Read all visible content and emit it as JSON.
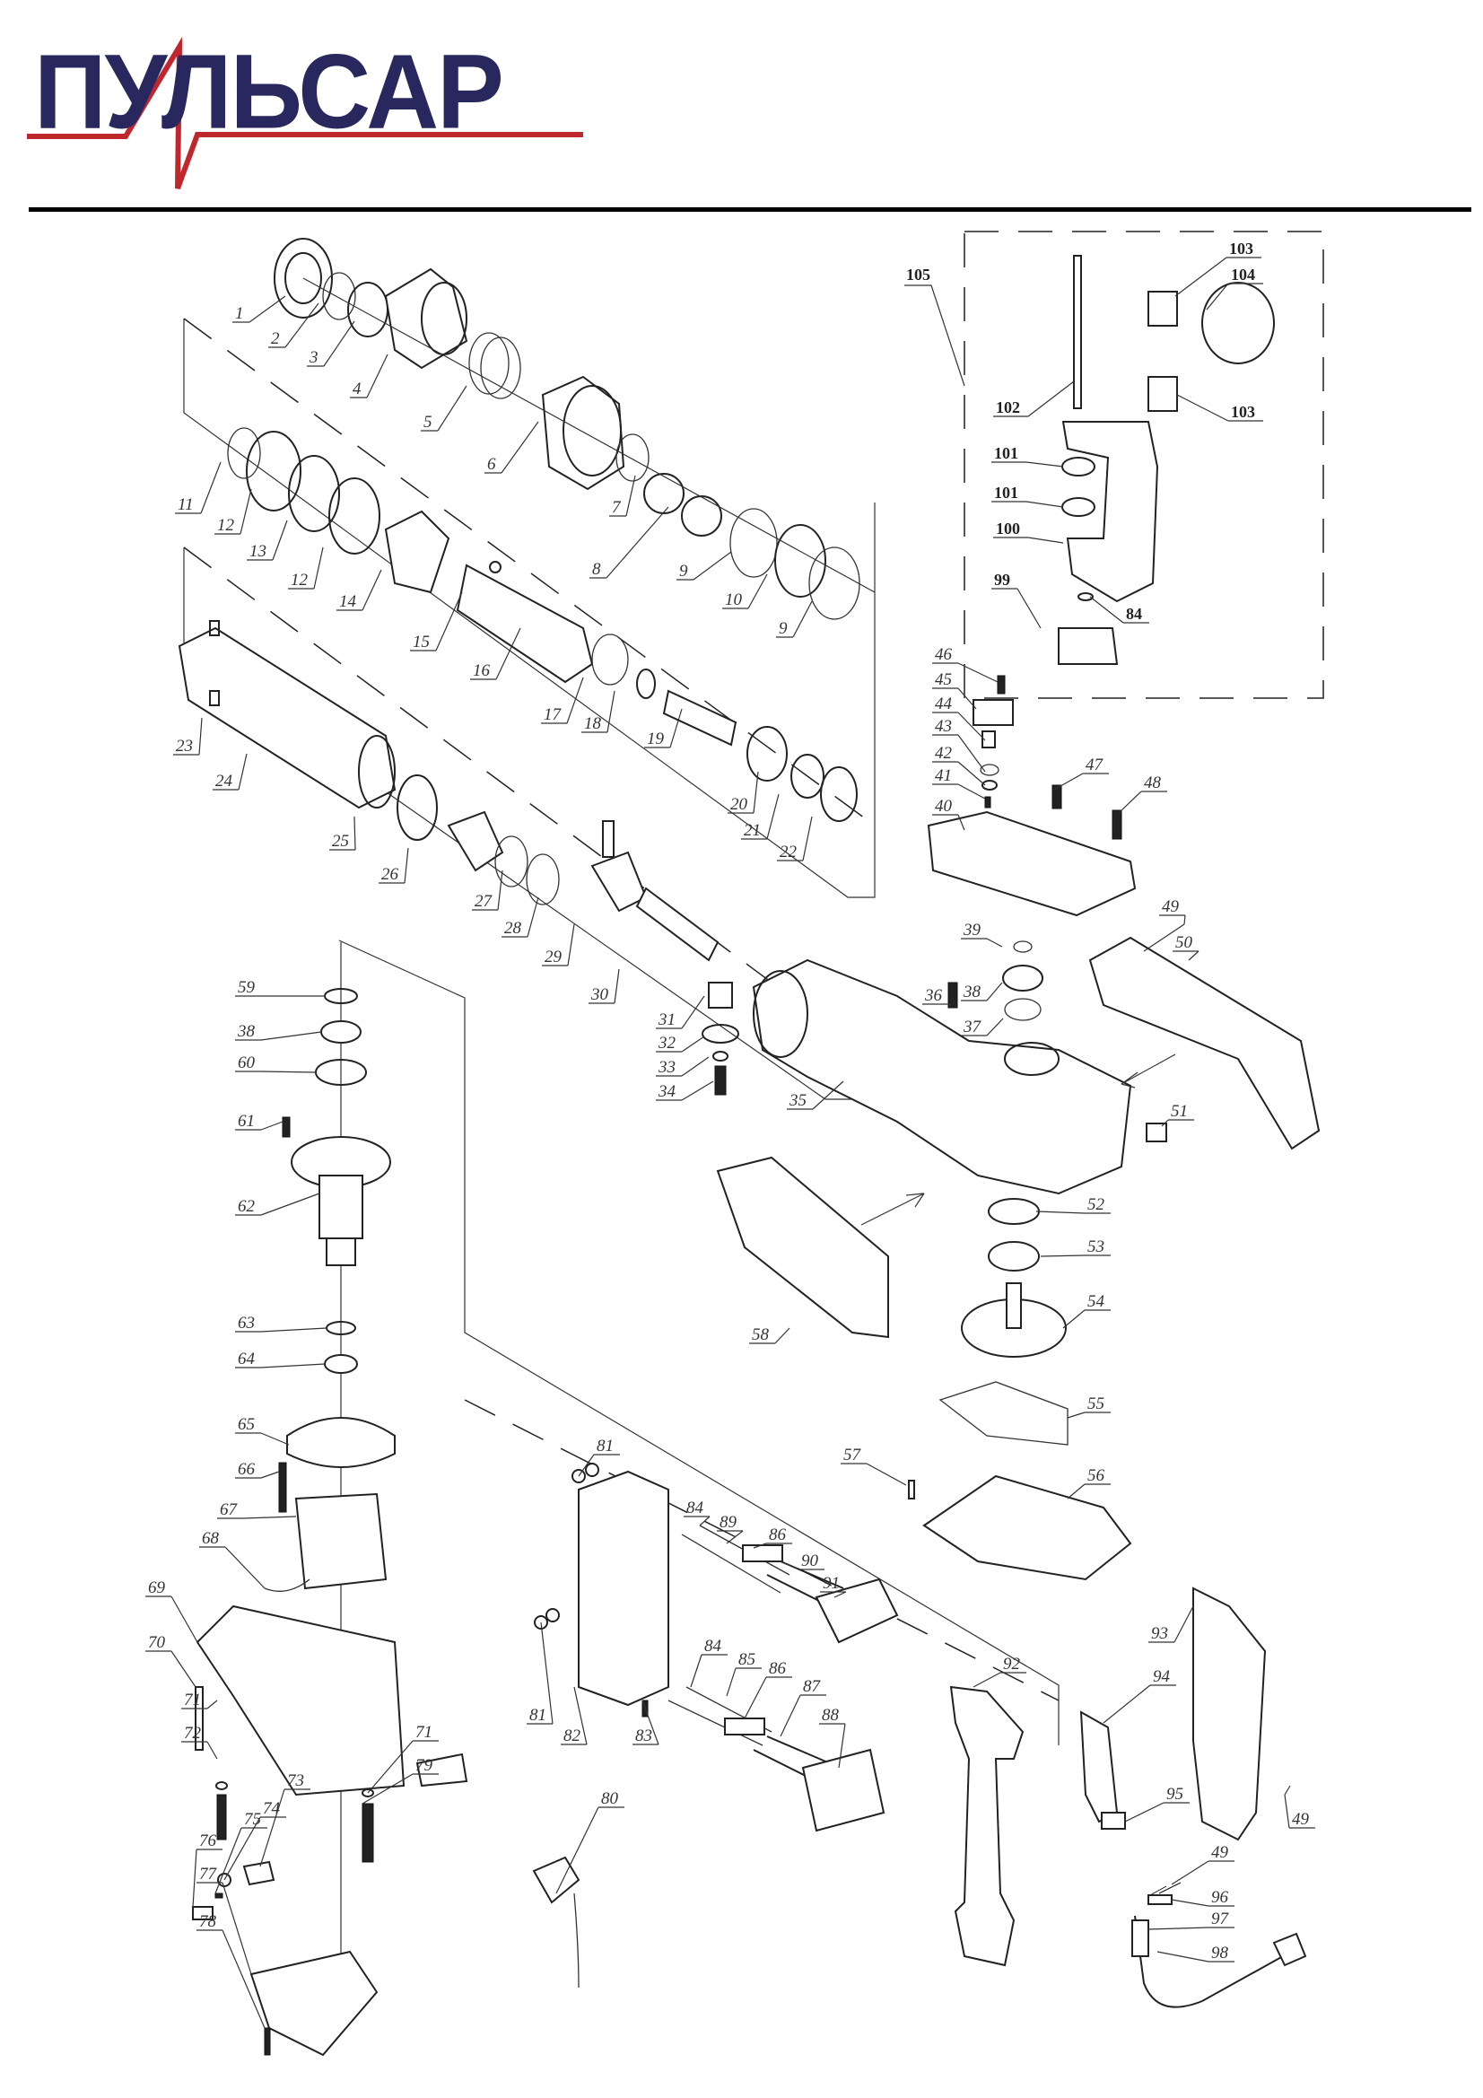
{
  "brand": {
    "name": "ПУЛЬСАР",
    "text_color": "#28285e",
    "pulse_color": "#c0272d"
  },
  "diagram": {
    "type": "exploded-parts-view",
    "group_label": "105",
    "callouts": [
      {
        "id": "1"
      },
      {
        "id": "2"
      },
      {
        "id": "3"
      },
      {
        "id": "4"
      },
      {
        "id": "5"
      },
      {
        "id": "6"
      },
      {
        "id": "7"
      },
      {
        "id": "8"
      },
      {
        "id": "9"
      },
      {
        "id": "10"
      },
      {
        "id": "9"
      },
      {
        "id": "11"
      },
      {
        "id": "12"
      },
      {
        "id": "13"
      },
      {
        "id": "12"
      },
      {
        "id": "14"
      },
      {
        "id": "15"
      },
      {
        "id": "16"
      },
      {
        "id": "17"
      },
      {
        "id": "18"
      },
      {
        "id": "19"
      },
      {
        "id": "20"
      },
      {
        "id": "21"
      },
      {
        "id": "22"
      },
      {
        "id": "23"
      },
      {
        "id": "24"
      },
      {
        "id": "25"
      },
      {
        "id": "26"
      },
      {
        "id": "27"
      },
      {
        "id": "28"
      },
      {
        "id": "29"
      },
      {
        "id": "30"
      },
      {
        "id": "31"
      },
      {
        "id": "32"
      },
      {
        "id": "33"
      },
      {
        "id": "34"
      },
      {
        "id": "35"
      },
      {
        "id": "36"
      },
      {
        "id": "37"
      },
      {
        "id": "38"
      },
      {
        "id": "39"
      },
      {
        "id": "40"
      },
      {
        "id": "41"
      },
      {
        "id": "42"
      },
      {
        "id": "43"
      },
      {
        "id": "44"
      },
      {
        "id": "45"
      },
      {
        "id": "46"
      },
      {
        "id": "47"
      },
      {
        "id": "48"
      },
      {
        "id": "49"
      },
      {
        "id": "50"
      },
      {
        "id": "51"
      },
      {
        "id": "52"
      },
      {
        "id": "53"
      },
      {
        "id": "54"
      },
      {
        "id": "55"
      },
      {
        "id": "56"
      },
      {
        "id": "57"
      },
      {
        "id": "58"
      },
      {
        "id": "59"
      },
      {
        "id": "38"
      },
      {
        "id": "60"
      },
      {
        "id": "61"
      },
      {
        "id": "62"
      },
      {
        "id": "63"
      },
      {
        "id": "64"
      },
      {
        "id": "65"
      },
      {
        "id": "66"
      },
      {
        "id": "67"
      },
      {
        "id": "68"
      },
      {
        "id": "69"
      },
      {
        "id": "70"
      },
      {
        "id": "71"
      },
      {
        "id": "72"
      },
      {
        "id": "73"
      },
      {
        "id": "74"
      },
      {
        "id": "75"
      },
      {
        "id": "76"
      },
      {
        "id": "77"
      },
      {
        "id": "78"
      },
      {
        "id": "71"
      },
      {
        "id": "79"
      },
      {
        "id": "80"
      },
      {
        "id": "81"
      },
      {
        "id": "81"
      },
      {
        "id": "82"
      },
      {
        "id": "83"
      },
      {
        "id": "84"
      },
      {
        "id": "89"
      },
      {
        "id": "86"
      },
      {
        "id": "90"
      },
      {
        "id": "91"
      },
      {
        "id": "84"
      },
      {
        "id": "85"
      },
      {
        "id": "86"
      },
      {
        "id": "87"
      },
      {
        "id": "88"
      },
      {
        "id": "92"
      },
      {
        "id": "93"
      },
      {
        "id": "94"
      },
      {
        "id": "95"
      },
      {
        "id": "49"
      },
      {
        "id": "49"
      },
      {
        "id": "96"
      },
      {
        "id": "97"
      },
      {
        "id": "98"
      },
      {
        "id": "99"
      },
      {
        "id": "100"
      },
      {
        "id": "101"
      },
      {
        "id": "101"
      },
      {
        "id": "102"
      },
      {
        "id": "103"
      },
      {
        "id": "104"
      },
      {
        "id": "103"
      },
      {
        "id": "84"
      }
    ]
  }
}
